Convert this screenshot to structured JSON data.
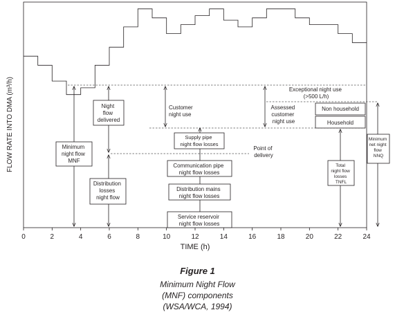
{
  "axes": {
    "ylabel": "FLOW RATE INTO DMA (m³/h)",
    "xlabel": "TIME (h)",
    "xticks": [
      "0",
      "2",
      "4",
      "6",
      "8",
      "10",
      "12",
      "14",
      "16",
      "18",
      "20",
      "22",
      "24"
    ]
  },
  "chart_data": {
    "type": "line",
    "xlabel": "TIME (h)",
    "ylabel": "FLOW RATE INTO DMA (m³/h)",
    "xlim": [
      0,
      24
    ],
    "x": [
      0,
      1,
      2,
      3,
      4,
      5,
      6,
      7,
      8,
      9,
      10,
      11,
      12,
      13,
      14,
      15,
      16,
      17,
      18,
      19,
      20,
      21,
      22,
      23,
      24
    ],
    "values": [
      0.76,
      0.72,
      0.65,
      0.59,
      0.62,
      0.72,
      0.8,
      0.89,
      0.97,
      0.93,
      0.86,
      0.9,
      0.94,
      0.97,
      0.92,
      0.89,
      0.93,
      0.97,
      0.97,
      0.93,
      0.9,
      0.9,
      0.86,
      0.82,
      0.82
    ]
  },
  "labels": {
    "mnf": [
      "Minimum",
      "night flow",
      "MNF"
    ],
    "night_flow_delivered": [
      "Night",
      "flow",
      "delivered"
    ],
    "distribution_losses": [
      "Distribution",
      "losses",
      "night flow"
    ],
    "customer_night_use": [
      "Customer",
      "night use"
    ],
    "supply_pipe": [
      "Supply pipe",
      "night flow losses"
    ],
    "point_of_delivery": [
      "Point of",
      "delivery"
    ],
    "communication_pipe": [
      "Communication pipe",
      "night flow losses"
    ],
    "distribution_mains": [
      "Distribution mains",
      "night flow losses"
    ],
    "service_reservoir": [
      "Service reservoir",
      "night flow losses"
    ],
    "exceptional": [
      "Exceptional night use",
      "(>500 L/h)"
    ],
    "assessed": [
      "Assessed",
      "customer",
      "night use"
    ],
    "non_household": "Non household",
    "household": "Household",
    "tnfl": [
      "Total",
      "night flow",
      "losses",
      "TNFL"
    ],
    "nnq": [
      "Minimum",
      "net night",
      "flow",
      "NNQ"
    ]
  },
  "caption": {
    "title": "Figure 1",
    "lines": [
      "Minimum Night Flow",
      "(MNF) components",
      "(WSA/WCA, 1994)"
    ]
  }
}
